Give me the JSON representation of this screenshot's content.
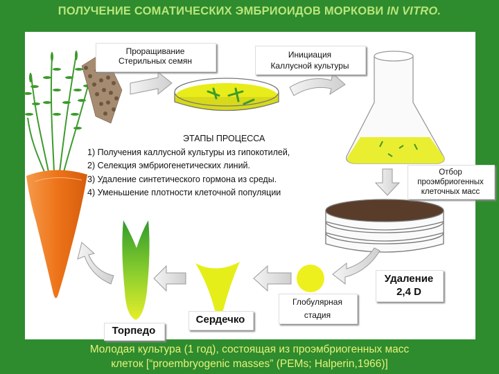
{
  "title": {
    "main": "ПОЛУЧЕНИЕ СОМАТИЧЕСКИХ ЭМБРИОИДОВ МОРКОВИ",
    "italic": "IN VITRO."
  },
  "labels": {
    "germination": [
      "Проращивание",
      "Стерильных семян"
    ],
    "initiation": [
      "Инициация",
      "Каллусной культуры"
    ],
    "selection": [
      "Отбор",
      "проэмбриогенных",
      "клеточных масс"
    ],
    "removal": [
      "Удаление",
      "2,4 D"
    ],
    "globular": [
      "Глобулярная",
      "стадия"
    ],
    "heart": "Сердечко",
    "torpedo": "Торпедо"
  },
  "stages": {
    "heading": "ЭТАПЫ ПРОЦЕССА",
    "items": [
      "1) Получения каллусной культуры из гипокотилей,",
      "2) Селекция эмбриогенетических линий.",
      "3) Удаление синтетического гормона из среды.",
      "4) Уменьшение плотности клеточной популяции"
    ]
  },
  "footer": [
    "Молодая культура (1 год), состоящая из проэмбриогенных масс",
    "клеток [“proembryogenic masses” (PEMs; Halperin,1966)]"
  ],
  "colors": {
    "background": "#2e8b2e",
    "title": "#b9e67a",
    "footer": "#e6f27a",
    "carrot": "#ef7a1f",
    "culture": "#e8ec1a",
    "leaf": "#3c9a2c"
  }
}
